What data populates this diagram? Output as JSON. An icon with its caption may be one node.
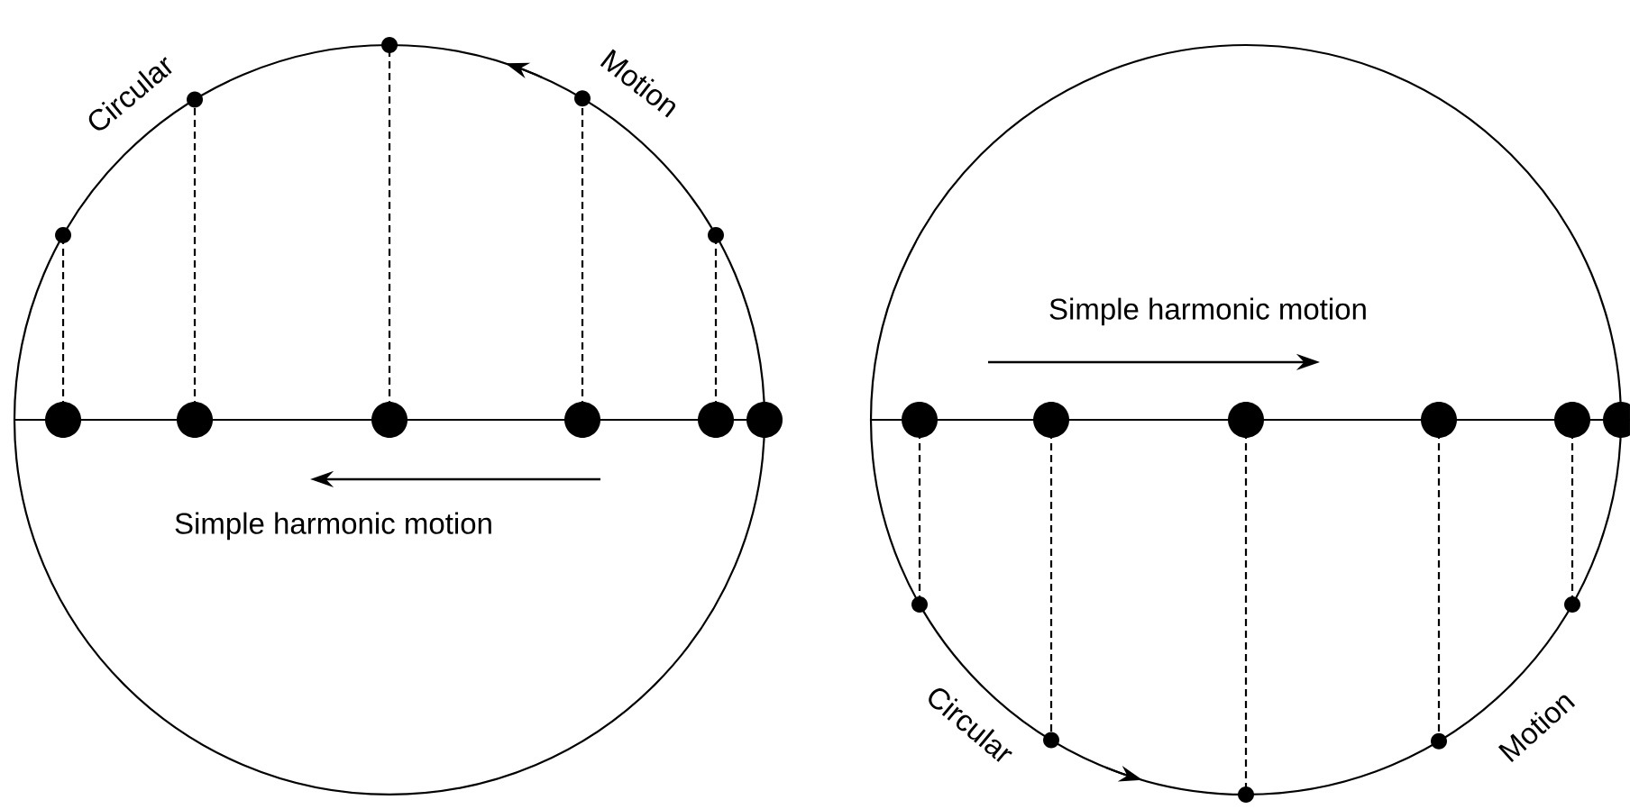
{
  "diagram": {
    "labels": [
      "Circular",
      "Motion",
      "Simple harmonic motion",
      "Simple harmonic motion",
      "Circular",
      "Motion"
    ]
  }
}
